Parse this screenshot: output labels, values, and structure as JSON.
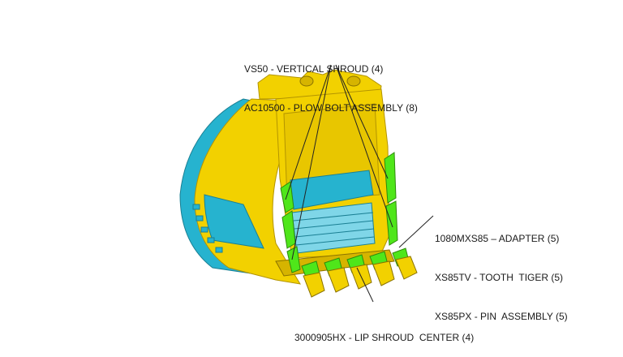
{
  "labels": {
    "vertical_shroud": "VS50 - VERTICAL SHROUD (4)",
    "plow_bolt": "AC10500 - PLOW BOLT ASSEMBLY (8)",
    "adapter": "1080MXS85 – ADAPTER (5)",
    "tooth": "XS85TV - TOOTH  TIGER (5)",
    "pin": "XS85PX - PIN  ASSEMBLY (5)",
    "lip_shroud": "3000905HX - LIP SHROUD  CENTER (4)"
  },
  "colors": {
    "bucket_yellow": "#f2d100",
    "bucket_shade": "#d6b400",
    "liner_cyan": "#26b3cf",
    "wear_green": "#4fe61a",
    "leader_line": "#222222"
  }
}
